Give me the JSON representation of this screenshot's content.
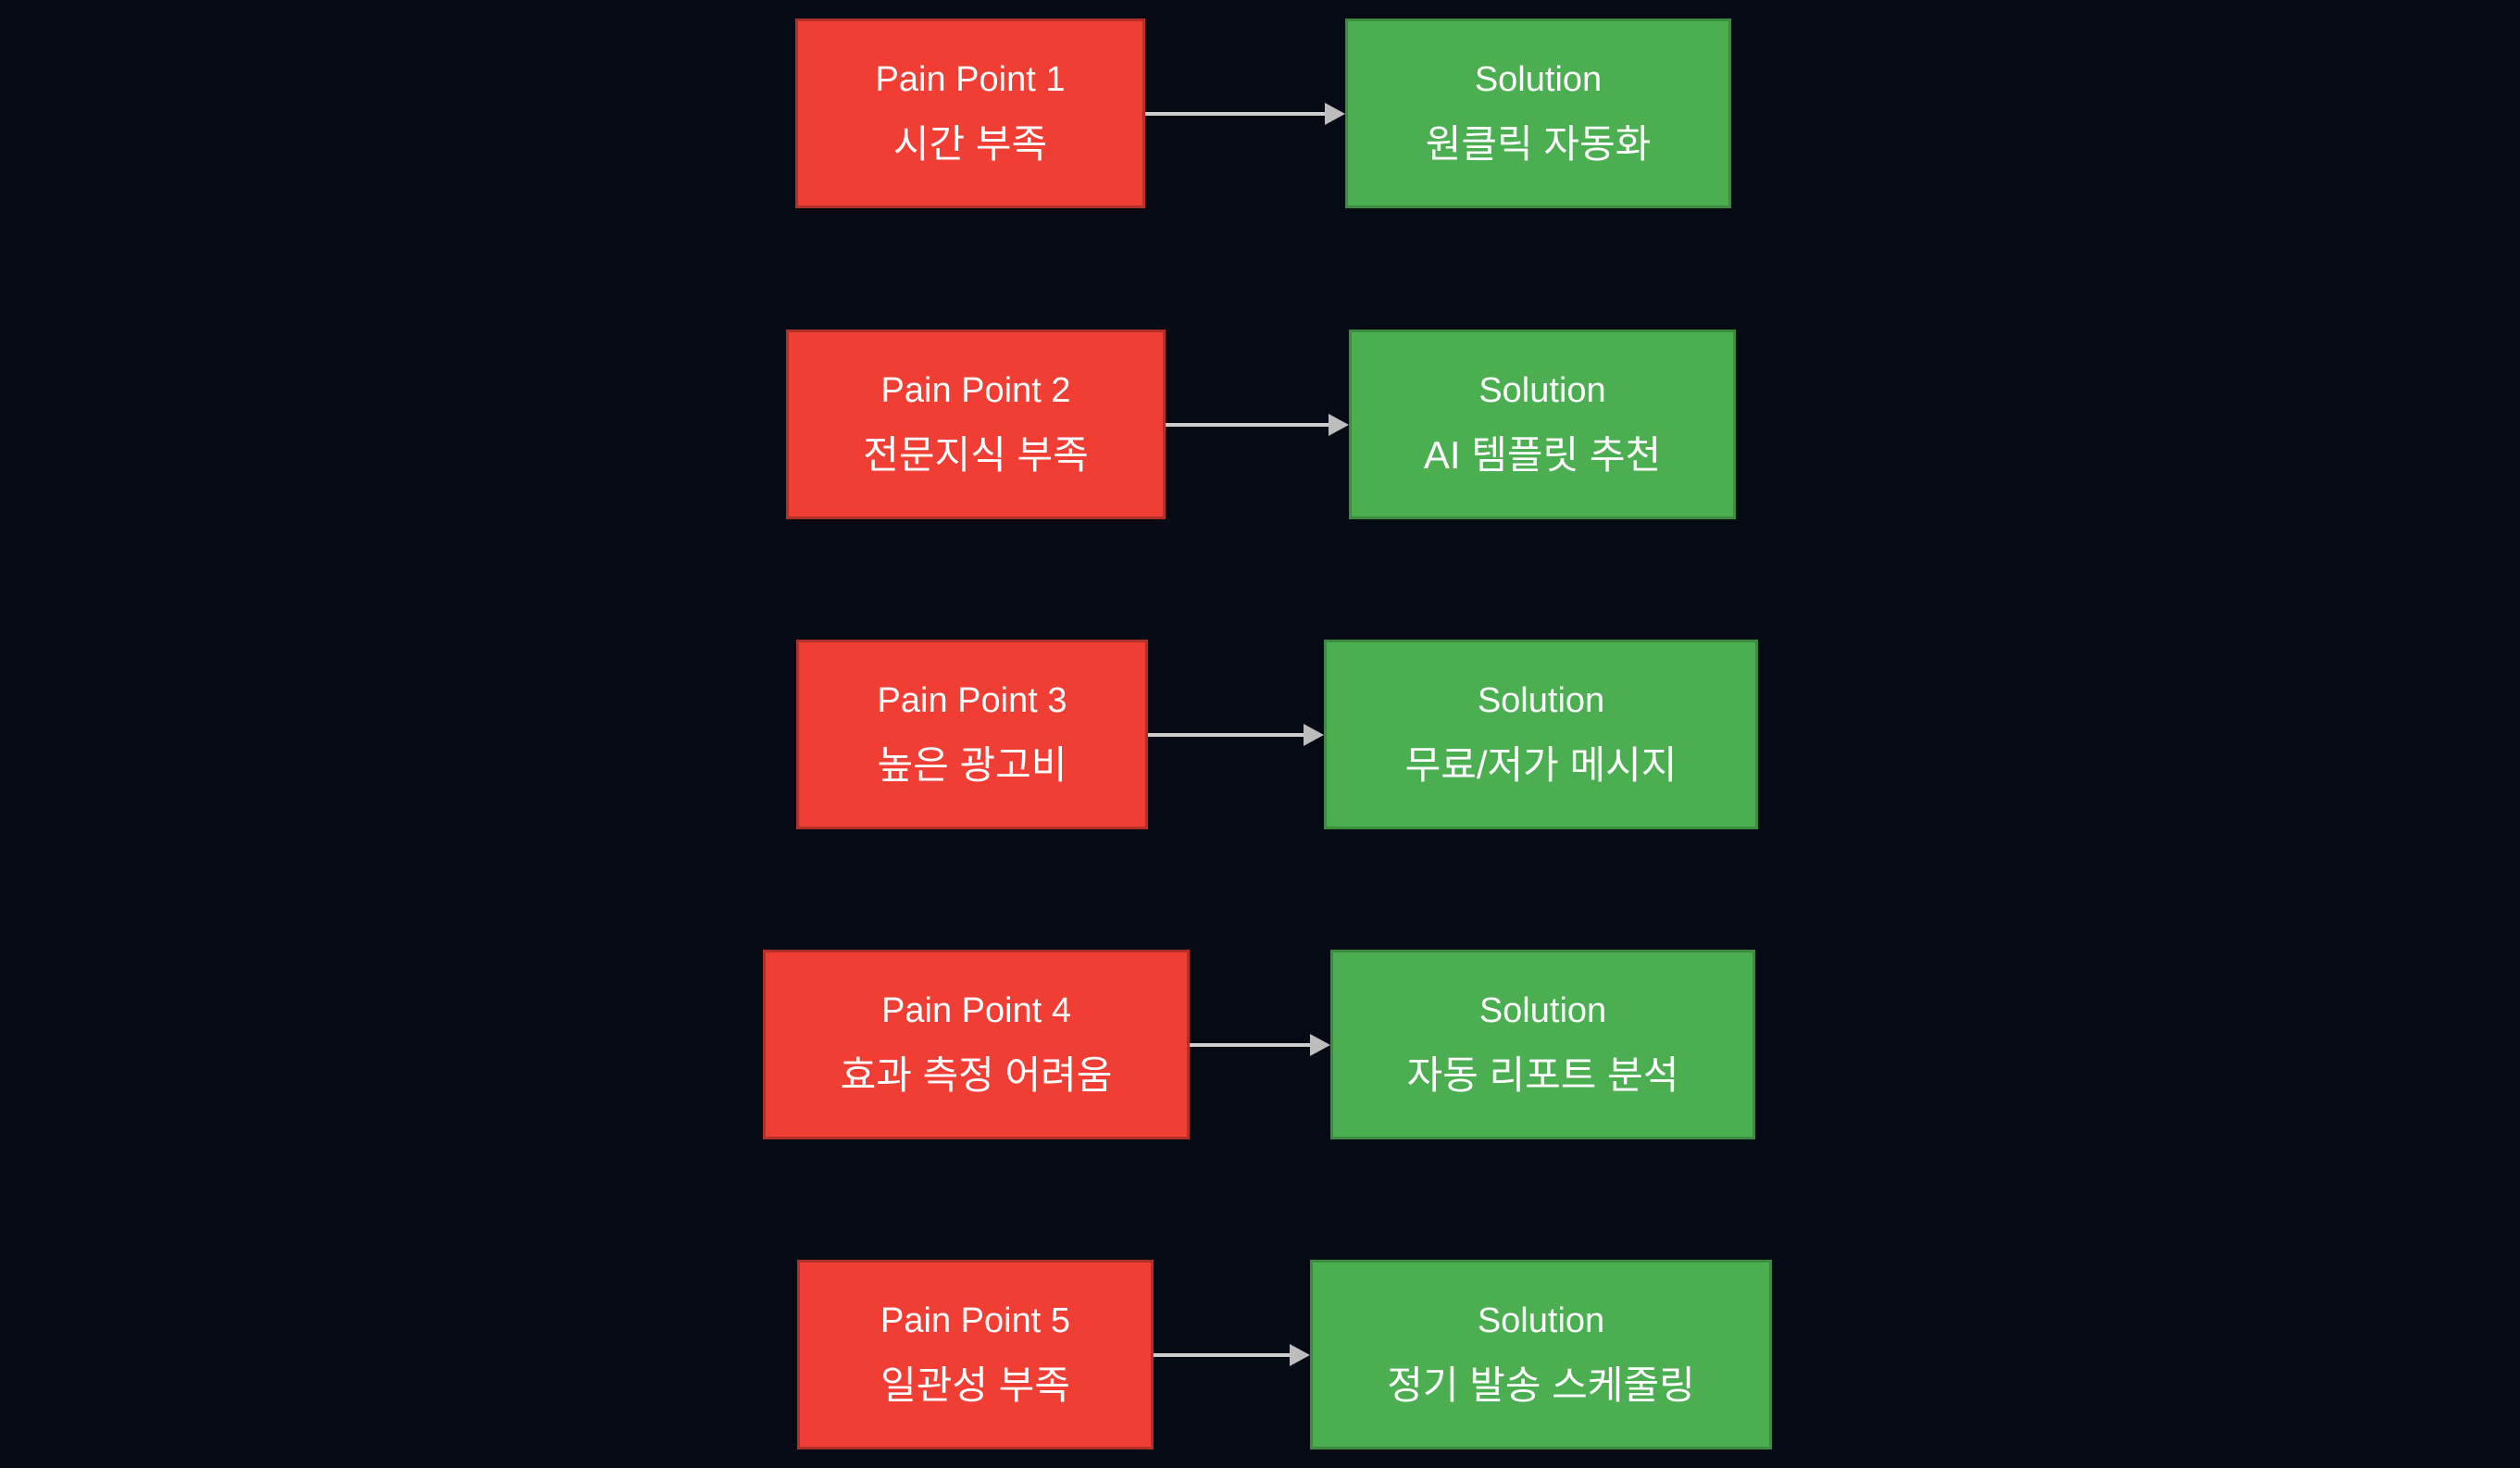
{
  "canvas": {
    "background": "#050a15"
  },
  "colors": {
    "pain_fill": "#f03e34",
    "pain_border": "#b13129",
    "solution_fill": "#4bae50",
    "solution_border": "#3c8c40",
    "arrow": "#cdcdcd",
    "text": "#ffffff"
  },
  "diagram": {
    "rows": [
      {
        "pain": {
          "title": "Pain Point 1",
          "subtitle": "시간 부족"
        },
        "solution": {
          "title": "Solution",
          "subtitle": "원클릭 자동화"
        }
      },
      {
        "pain": {
          "title": "Pain Point 2",
          "subtitle": "전문지식 부족"
        },
        "solution": {
          "title": "Solution",
          "subtitle": "AI 템플릿 추천"
        }
      },
      {
        "pain": {
          "title": "Pain Point 3",
          "subtitle": "높은 광고비"
        },
        "solution": {
          "title": "Solution",
          "subtitle": "무료/저가 메시지"
        }
      },
      {
        "pain": {
          "title": "Pain Point 4",
          "subtitle": "효과 측정 어려움"
        },
        "solution": {
          "title": "Solution",
          "subtitle": "자동 리포트 분석"
        }
      },
      {
        "pain": {
          "title": "Pain Point 5",
          "subtitle": "일관성 부족"
        },
        "solution": {
          "title": "Solution",
          "subtitle": "정기 발송 스케줄링"
        }
      }
    ]
  }
}
